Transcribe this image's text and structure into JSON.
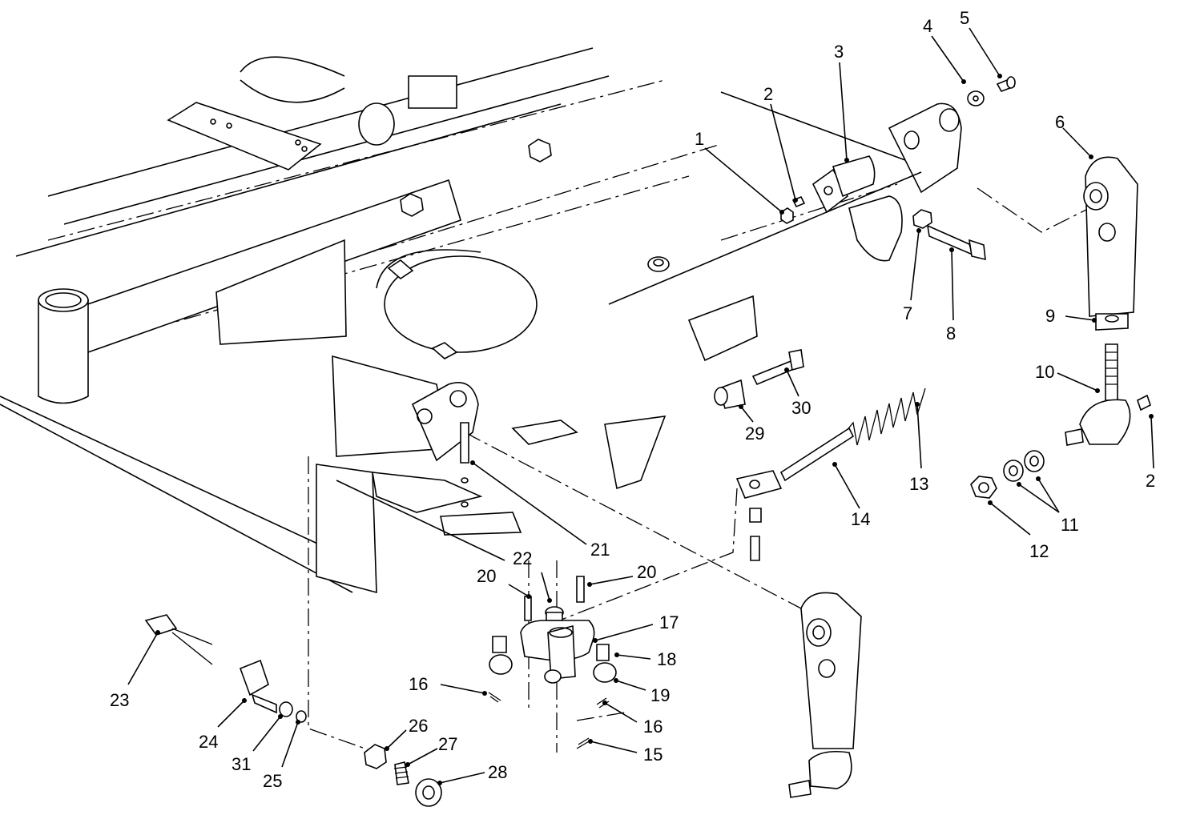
{
  "diagram": {
    "style_colors": {
      "line": "#000000",
      "background": "#ffffff"
    },
    "callouts": [
      {
        "id": "c1",
        "label": "1"
      },
      {
        "id": "c2a",
        "label": "2"
      },
      {
        "id": "c2b",
        "label": "2"
      },
      {
        "id": "c3",
        "label": "3"
      },
      {
        "id": "c4",
        "label": "4"
      },
      {
        "id": "c5",
        "label": "5"
      },
      {
        "id": "c6",
        "label": "6"
      },
      {
        "id": "c7",
        "label": "7"
      },
      {
        "id": "c8",
        "label": "8"
      },
      {
        "id": "c9",
        "label": "9"
      },
      {
        "id": "c10",
        "label": "10"
      },
      {
        "id": "c11",
        "label": "11"
      },
      {
        "id": "c12",
        "label": "12"
      },
      {
        "id": "c13",
        "label": "13"
      },
      {
        "id": "c14",
        "label": "14"
      },
      {
        "id": "c15",
        "label": "15"
      },
      {
        "id": "c16a",
        "label": "16"
      },
      {
        "id": "c16b",
        "label": "16"
      },
      {
        "id": "c17",
        "label": "17"
      },
      {
        "id": "c18",
        "label": "18"
      },
      {
        "id": "c19",
        "label": "19"
      },
      {
        "id": "c20a",
        "label": "20"
      },
      {
        "id": "c20b",
        "label": "20"
      },
      {
        "id": "c21",
        "label": "21"
      },
      {
        "id": "c22",
        "label": "22"
      },
      {
        "id": "c23",
        "label": "23"
      },
      {
        "id": "c24",
        "label": "24"
      },
      {
        "id": "c25",
        "label": "25"
      },
      {
        "id": "c26",
        "label": "26"
      },
      {
        "id": "c27",
        "label": "27"
      },
      {
        "id": "c28",
        "label": "28"
      },
      {
        "id": "c29",
        "label": "29"
      },
      {
        "id": "c30",
        "label": "30"
      },
      {
        "id": "c31",
        "label": "31"
      }
    ]
  }
}
